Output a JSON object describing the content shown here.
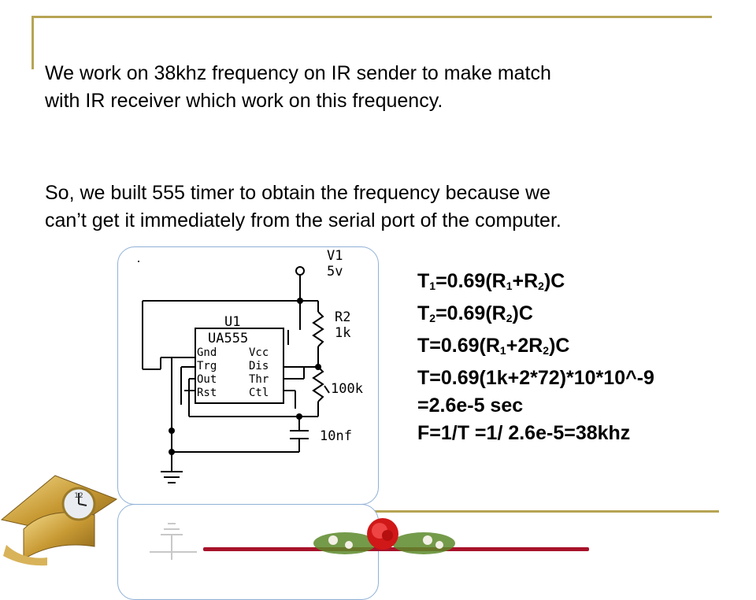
{
  "paragraphs": {
    "line1": "We work on 38khz frequency on IR sender to make match",
    "line2": "with IR receiver which work on this frequency.",
    "line3": "So, we built 555 timer to obtain the frequency because we",
    "line4": "can’t get it immediately from the serial port of the computer."
  },
  "circuit": {
    "source_name": "V1",
    "source_value": "5v",
    "chip_ref": "U1",
    "chip_name": "UA555",
    "pins": {
      "gnd": "Gnd",
      "trg": "Trg",
      "out": "Out",
      "rst": "Rst",
      "vcc": "Vcc",
      "dis": "Dis",
      "thr": "Thr",
      "ctl": "Ctl"
    },
    "r2_name": "R2",
    "r2_value": "1k",
    "pot_value": "100k",
    "cap_value": "10nf"
  },
  "formulas": {
    "f1": {
      "a": "T",
      "s1": "1",
      "b": "=0.69(R",
      "s2": "1",
      "c": "+R",
      "s3": "2",
      "d": ")C"
    },
    "f2": {
      "a": "T",
      "s1": "2",
      "b": "=0.69(R",
      "s2": "2",
      "c": ")C"
    },
    "f3": {
      "a": "T=0.69(R",
      "s1": "1",
      "b": "+2R",
      "s2": "2",
      "c": ")C"
    },
    "f4": "T=0.69(1k+2*72)*10*10^-9",
    "f5": "=2.6e-5  sec",
    "f6": "F=1/T =1/ 2.6e-5=38khz"
  },
  "clock_face": "12",
  "colors": {
    "frame": "#b6a453",
    "circuit_border": "#8fb1d6",
    "rose": "#d01818",
    "bar": "#a8122a"
  }
}
